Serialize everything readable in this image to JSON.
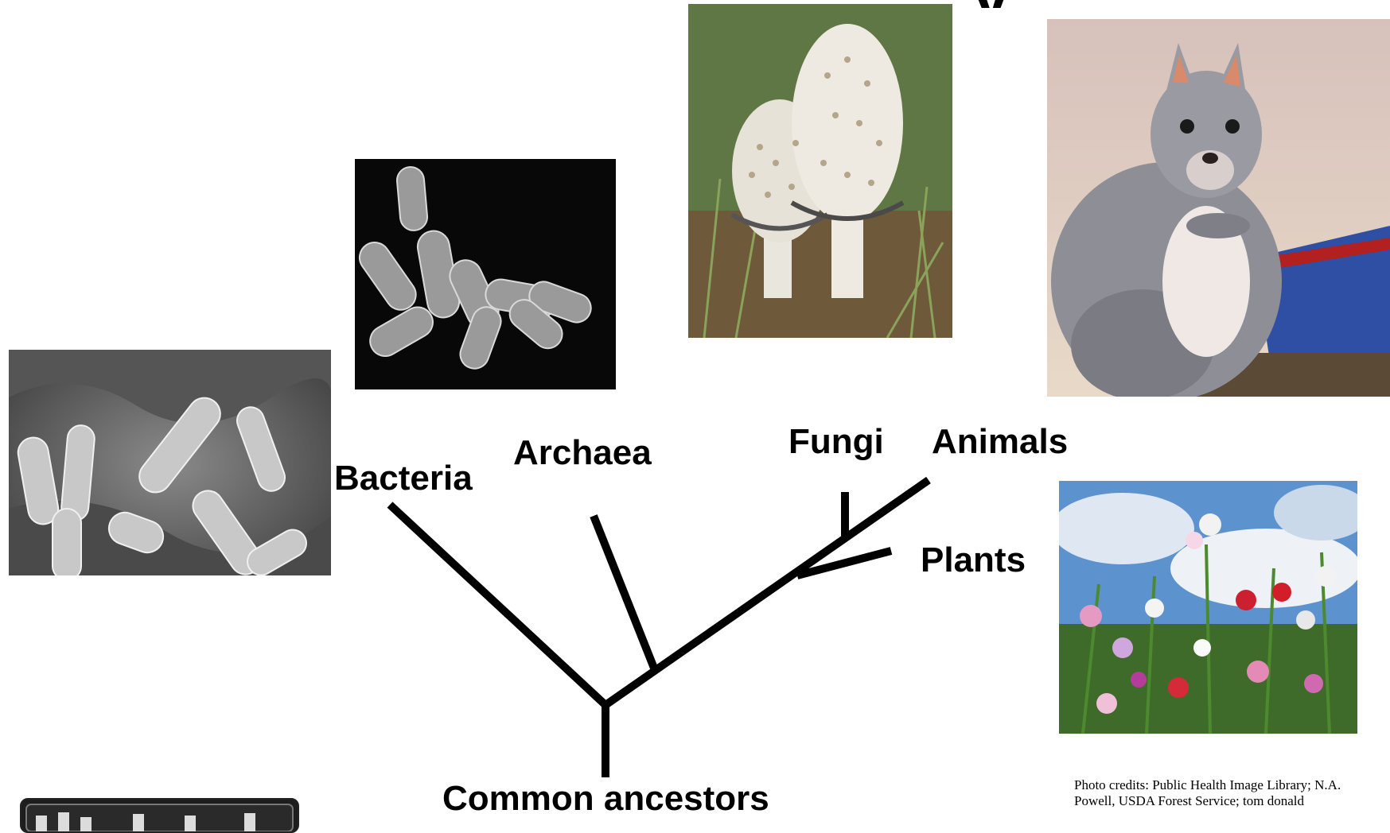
{
  "title_fragment": "y",
  "nodes": {
    "bacteria": "Bacteria",
    "archaea": "Archaea",
    "fungi": "Fungi",
    "animals": "Animals",
    "plants": "Plants",
    "root": "Common ancestors"
  },
  "photo_credits": {
    "line1": "Photo credits: Public Health Image Library; N.A.",
    "line2": "Powell, USDA Forest Service; tom donald"
  },
  "colors": {
    "tree": "#000000",
    "background": "#ffffff"
  }
}
